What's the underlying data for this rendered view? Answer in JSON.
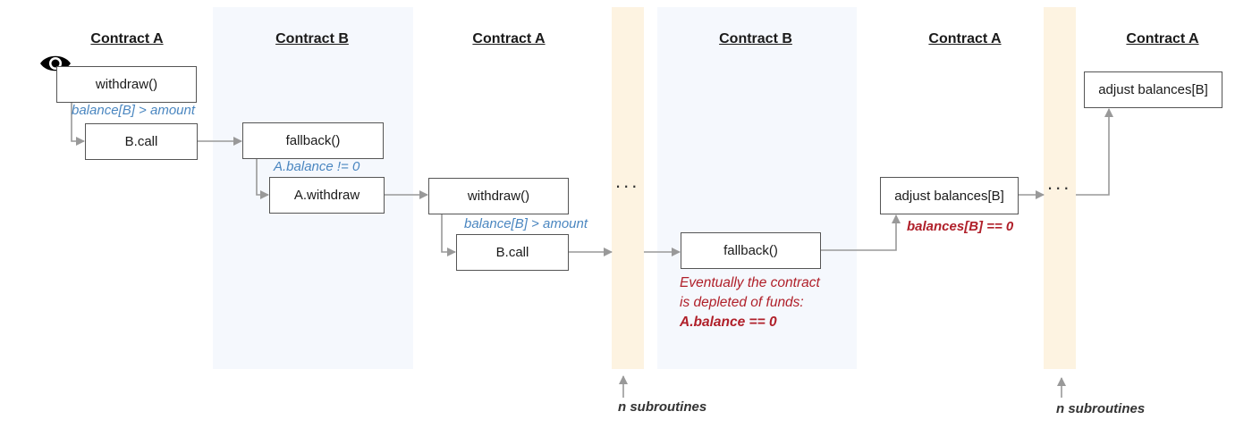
{
  "headers": [
    "Contract A",
    "Contract B",
    "Contract A",
    "Contract B",
    "Contract A",
    "Contract A"
  ],
  "boxes": {
    "withdraw1": "withdraw()",
    "bcall1": "B.call",
    "fallback1": "fallback()",
    "awithdraw": "A.withdraw",
    "withdraw2": "withdraw()",
    "bcall2": "B.call",
    "fallback2": "fallback()",
    "adjust1": "adjust balances[B]",
    "adjust2": "adjust balances[B]"
  },
  "conditions": {
    "c1": "balance[B] > amount",
    "c2": "A.balance != 0",
    "c3": "balance[B] > amount",
    "c4": "balances[B] == 0"
  },
  "note": {
    "line1": "Eventually the contract",
    "line2": "is depleted of funds:",
    "line3": "A.balance == 0"
  },
  "dots": "...",
  "subroutines_label": "n subroutines",
  "icons": {
    "observer": "eye-icon"
  },
  "colors": {
    "condition_blue": "#4a86c0",
    "emphasis_red": "#b0202a",
    "lane_b": "#f5f8fd",
    "lane_sub": "#fdf3e1"
  }
}
